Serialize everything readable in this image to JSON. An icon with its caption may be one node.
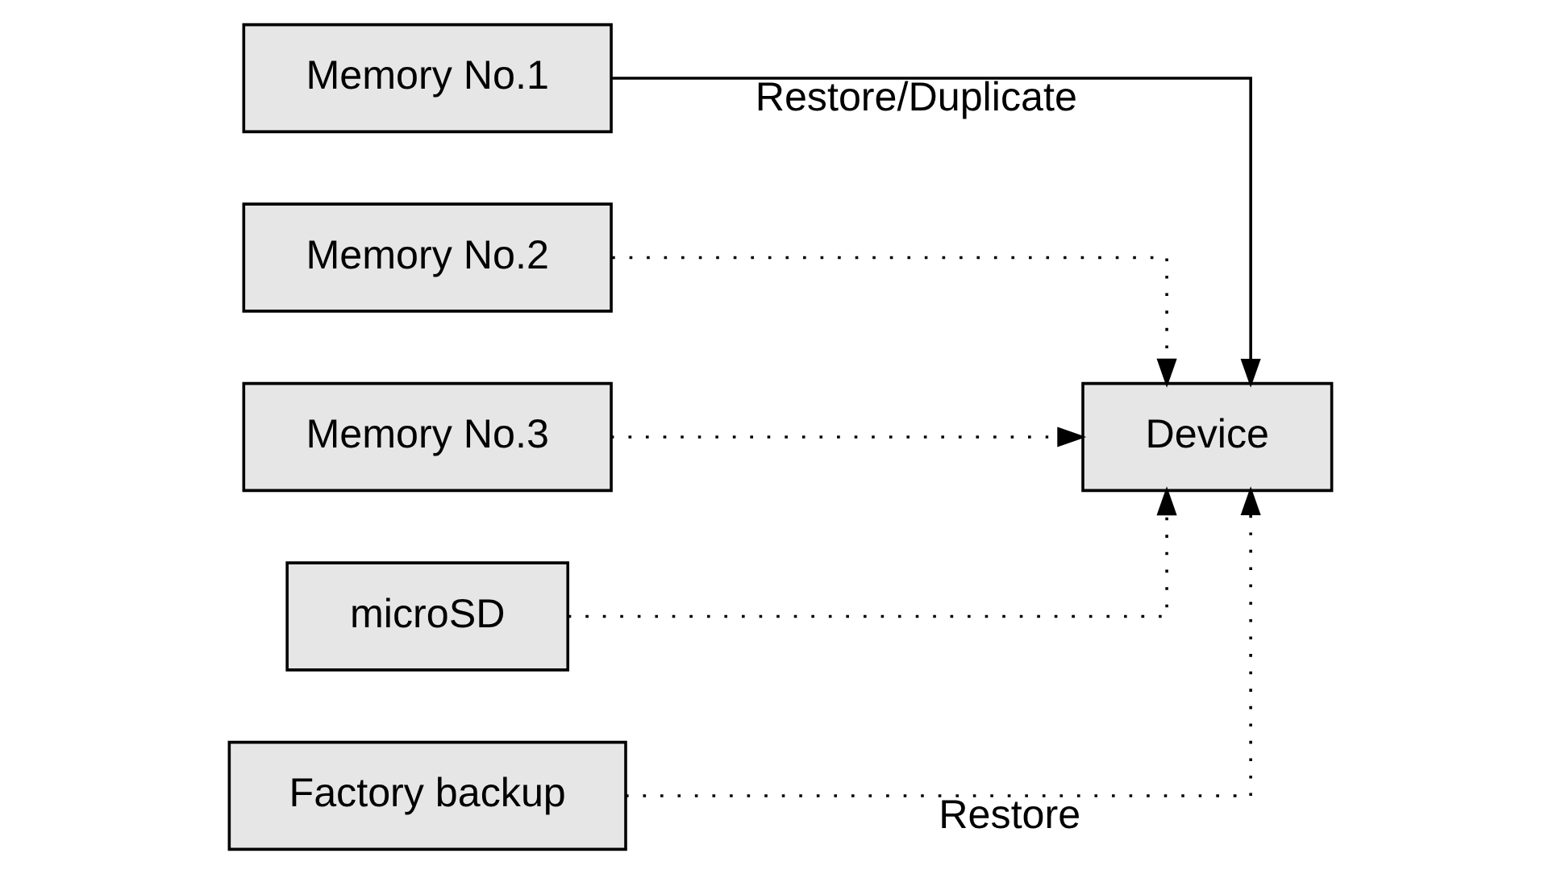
{
  "diagram": {
    "nodes": [
      {
        "text": [
          "Memory No.1"
        ]
      },
      {
        "text": [
          "Memory No.2"
        ]
      },
      {
        "text": [
          "Memory No.3"
        ]
      },
      {
        "text": [
          "microSD"
        ]
      },
      {
        "text": [
          "Factory backup"
        ]
      },
      {
        "text": [
          "Device"
        ]
      }
    ],
    "edges": [
      {
        "from": 0,
        "to": 5,
        "arrow": "to",
        "label": "Restore/Duplicate"
      },
      {
        "from": 1,
        "to": 5,
        "arrow": "to",
        "style": "dashed"
      },
      {
        "from": 2,
        "to": 5,
        "arrow": "to",
        "style": "dashed"
      },
      {
        "from": 3,
        "to": 5,
        "arrow": "to",
        "style": "dashed"
      },
      {
        "from": 4,
        "to": 5,
        "arrow": "to",
        "style": "dashed",
        "label": "Restore"
      }
    ]
  }
}
